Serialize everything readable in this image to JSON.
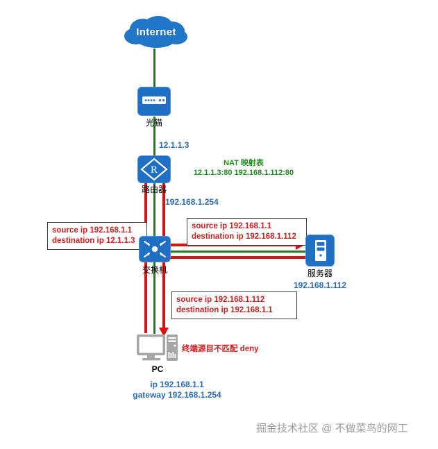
{
  "diagram": {
    "nodes": {
      "internet": {
        "label": "Internet",
        "icon": "cloud-icon"
      },
      "modem": {
        "label": "光猫",
        "icon": "modem-icon"
      },
      "router": {
        "label": "路由器",
        "icon": "router-icon",
        "badge": "R"
      },
      "switch": {
        "label": "交换机",
        "icon": "switch-icon"
      },
      "server": {
        "label": "服务器",
        "icon": "server-icon",
        "ip": "192.168.1.112"
      },
      "pc": {
        "label": "PC",
        "icon": "pc-icon"
      }
    },
    "ip_labels": {
      "wan_ip": "12.1.1.3",
      "gateway_ip": "192.168.1.254"
    },
    "nat_table": {
      "title": "NAT 映射表",
      "entry": "12.1.1.3:80 192.168.1.112:80"
    },
    "notes": {
      "left_packet": {
        "line1": "source ip 192.168.1.1",
        "line2": "destination ip  12.1.1.3"
      },
      "right_packet": {
        "line1": "source ip 192.168.1.1",
        "line2": "destination ip  192.168.1.112"
      },
      "return_packet": {
        "line1": "source ip 192.168.1.112",
        "line2": "destination ip  192.168.1.1"
      }
    },
    "pc_status": "终端源目不匹配 deny",
    "pc_config": {
      "ip": "ip 192.168.1.1",
      "gateway": "gateway 192.168.1.254"
    },
    "watermark": "掘金技术社区 @ 不做菜鸟的网工",
    "colors": {
      "device": "#1f6fc4",
      "flow_red": "#d81111",
      "flow_green": "#1e7a1e",
      "ip_text": "#2b6cb8",
      "nat_text": "#1d8a1d",
      "note_text": "#cc2020"
    }
  }
}
